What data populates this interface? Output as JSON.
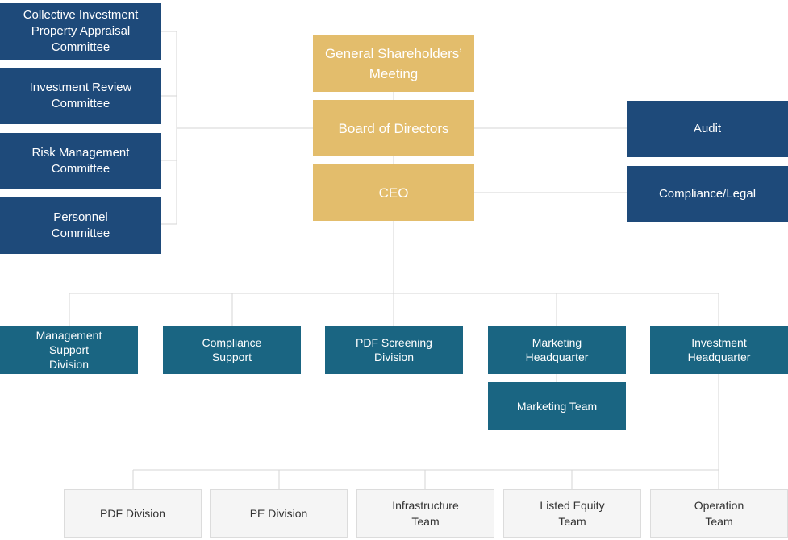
{
  "committees": [
    {
      "label": "Collective Investment\nProperty Appraisal\nCommittee"
    },
    {
      "label": "Investment Review\nCommittee"
    },
    {
      "label": "Risk Management\nCommittee"
    },
    {
      "label": "Personnel\nCommittee"
    }
  ],
  "governance": {
    "shareholders": "General Shareholders’\nMeeting",
    "board": "Board of Directors",
    "ceo": "CEO"
  },
  "oversight": {
    "audit": "Audit",
    "compliance_legal": "Compliance/Legal"
  },
  "departments": [
    {
      "label": "Management\nSupport\nDivision"
    },
    {
      "label": "Compliance\nSupport"
    },
    {
      "label": "PDF Screening\nDivision"
    },
    {
      "label": "Marketing\nHeadquarter"
    },
    {
      "label": "Investment\nHeadquarter"
    }
  ],
  "marketing_team": "Marketing Team",
  "investment_teams": [
    {
      "label": "PDF Division"
    },
    {
      "label": "PE Division"
    },
    {
      "label": "Infrastructure\nTeam"
    },
    {
      "label": "Listed Equity\nTeam"
    },
    {
      "label": "Operation\nTeam"
    }
  ],
  "colors": {
    "governance": "#e3bd6c",
    "committee": "#1e4a7a",
    "department": "#1a6582",
    "team_bg": "#f5f5f5",
    "connector": "#d6d6d6"
  }
}
